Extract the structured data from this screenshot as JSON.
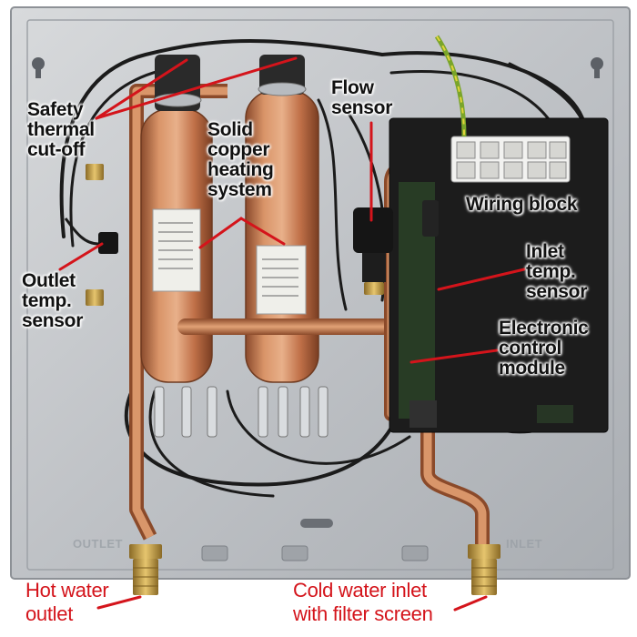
{
  "labels": {
    "safety_cutoff": [
      "Safety",
      "thermal",
      "cut-off"
    ],
    "solid_copper": [
      "Solid",
      "copper",
      "heating",
      "system"
    ],
    "flow_sensor": [
      "Flow",
      "sensor"
    ],
    "wiring_block": [
      "Wiring block"
    ],
    "outlet_temp": [
      "Outlet",
      "temp.",
      "sensor"
    ],
    "inlet_temp": [
      "Inlet",
      "temp.",
      "sensor"
    ],
    "ecm": [
      "Electronic",
      "control",
      "module"
    ],
    "hot_outlet": [
      "Hot water",
      "outlet"
    ],
    "cold_inlet": [
      "Cold water inlet",
      "with filter screen"
    ]
  },
  "stamps": {
    "outlet": "OUTLET",
    "inlet": "INLET"
  },
  "colors": {
    "background": "#ffffff",
    "panel": "#c3c6ca",
    "copper": "#c87a4e",
    "brass": "#c9a24a",
    "control_module": "#1c1c1c",
    "wiring_block": "#f2f2f0",
    "leader_line": "#d4141b",
    "label_text": "#111111"
  }
}
